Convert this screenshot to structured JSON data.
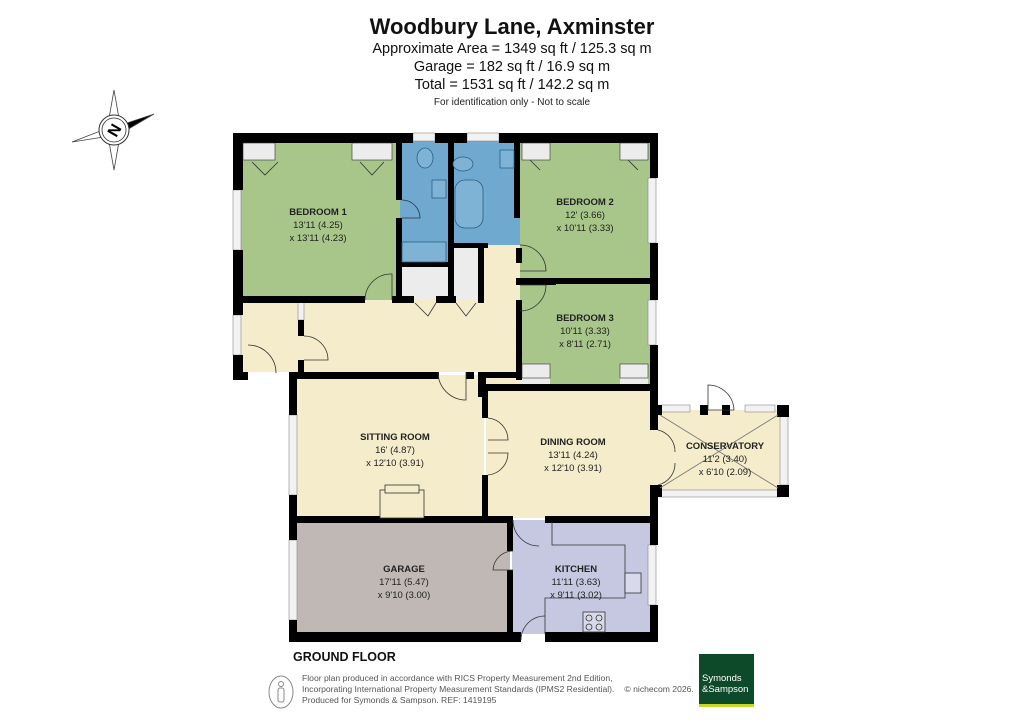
{
  "header": {
    "title": "Woodbury Lane, Axminster",
    "area_lines": [
      "Approximate Area = 1349 sq ft / 125.3 sq m",
      "Garage = 182 sq ft / 16.9 sq m",
      "Total = 1531 sq ft / 142.2 sq m"
    ],
    "disclaimer": "For identification only - Not to scale"
  },
  "compass": {
    "icon": "compass-north-icon",
    "letter": "N"
  },
  "floor_label": "GROUND FLOOR",
  "rooms": [
    {
      "id": "bedroom-1",
      "name": "BEDROOM 1",
      "dim1": "13'11 (4.25)",
      "dim2": "x 13'11 (4.23)",
      "color": "#a8c58a"
    },
    {
      "id": "bedroom-2",
      "name": "BEDROOM 2",
      "dim1": "12' (3.66)",
      "dim2": "x 10'11 (3.33)",
      "color": "#a8c58a"
    },
    {
      "id": "bedroom-3",
      "name": "BEDROOM 3",
      "dim1": "10'11 (3.33)",
      "dim2": "x 8'11 (2.71)",
      "color": "#a8c58a"
    },
    {
      "id": "sitting-room",
      "name": "SITTING ROOM",
      "dim1": "16' (4.87)",
      "dim2": "x 12'10 (3.91)",
      "color": "#f4eccb"
    },
    {
      "id": "dining-room",
      "name": "DINING ROOM",
      "dim1": "13'11 (4.24)",
      "dim2": "x 12'10 (3.91)",
      "color": "#f4eccb"
    },
    {
      "id": "conservatory",
      "name": "CONSERVATORY",
      "dim1": "11'2 (3.40)",
      "dim2": "x 6'10 (2.09)",
      "color": "#f4eccb"
    },
    {
      "id": "garage",
      "name": "GARAGE",
      "dim1": "17'11 (5.47)",
      "dim2": "x 9'10 (3.00)",
      "color": "#bfb8b5"
    },
    {
      "id": "kitchen",
      "name": "KITCHEN",
      "dim1": "11'11 (3.63)",
      "dim2": "x 9'11 (3.02)",
      "color": "#c6c8e2"
    }
  ],
  "colors": {
    "bedroom": "#a8c58a",
    "living": "#f4eccb",
    "bathroom": "#6fa9cf",
    "garage": "#bfb8b5",
    "kitchen": "#c6c8e2",
    "storage": "#ececec",
    "wall": "#000000",
    "brand_green": "#0d4a2a",
    "brand_yellow": "#c9d62a"
  },
  "footer": {
    "lines": [
      "Floor plan produced in accordance with RICS Property Measurement 2nd Edition,",
      "Incorporating International Property Measurement Standards (IPMS2 Residential).",
      "Produced for Symonds & Sampson.   REF:  1419195"
    ],
    "copyright": "© nichecom 2026.",
    "logo_line1": "Symonds",
    "logo_line2": "&Sampson"
  }
}
